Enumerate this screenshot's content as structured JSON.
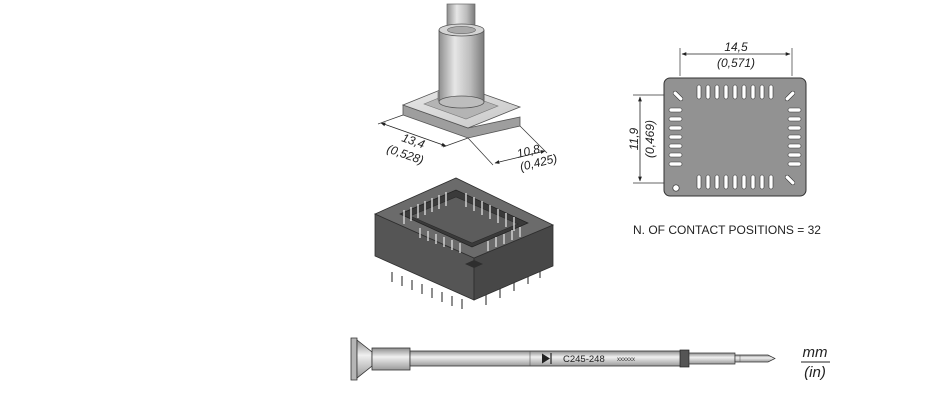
{
  "dimensions": {
    "tip_length_mm": "13,4",
    "tip_length_in": "(0,528)",
    "tip_width_mm": "10,8",
    "tip_width_in": "(0,425)",
    "chip_width_mm": "14,5",
    "chip_width_in": "(0,571)",
    "chip_height_mm": "11,9",
    "chip_height_in": "(0,469)"
  },
  "note": "N. OF CONTACT POSITIONS = 32",
  "tool": {
    "model": "C245-248",
    "serial": "xxxxxx"
  },
  "units": {
    "primary": "mm",
    "secondary": "(in)"
  }
}
